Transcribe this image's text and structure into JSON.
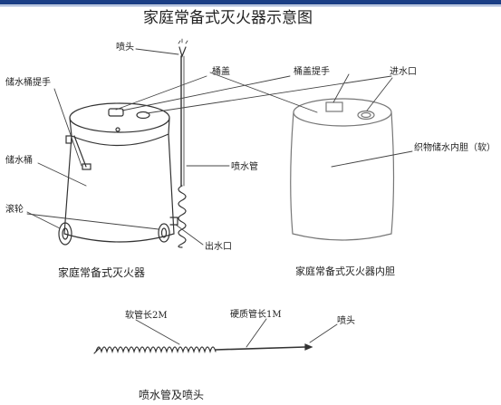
{
  "title": "家庭常备式灭火器示意图",
  "labels": {
    "nozzle": "喷头",
    "storage_handle": "储水桶提手",
    "bucket_lid": "桶盖",
    "lid_handle": "桶盖提手",
    "water_inlet": "进水口",
    "storage_bucket": "储水桶",
    "spray_pipe": "喷水管",
    "liner": "织物储水内胆（软）",
    "wheels": "滚轮",
    "outlet": "出水口",
    "extinguisher_caption": "家庭常备式灭火器",
    "liner_caption": "家庭常备式灭火器内胆",
    "soft_hose": "软管长2M",
    "hard_pipe": "硬质管长1M",
    "nozzle2": "喷头",
    "hose_caption": "喷水管及喷头"
  }
}
